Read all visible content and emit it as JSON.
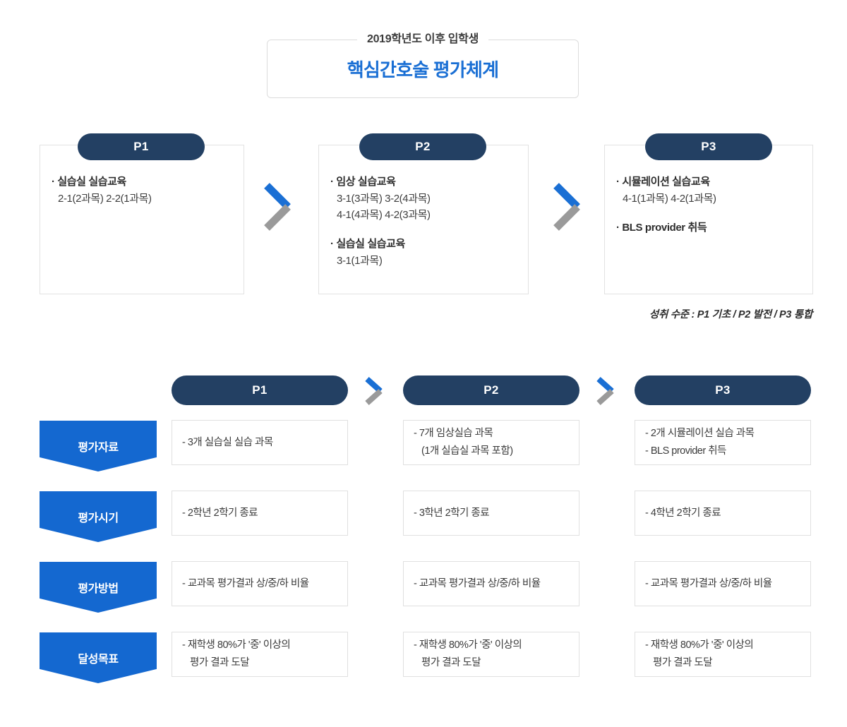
{
  "title": {
    "kicker": "2019학년도 이후 입학생",
    "main": "핵심간호술 평가체계"
  },
  "colors": {
    "navy": "#234063",
    "blue": "#1468d0",
    "title_blue": "#1a6fd4",
    "chevron_blue": "#1a6fd4",
    "chevron_gray": "#9a9a9a",
    "border": "#e0e0e0"
  },
  "phases": [
    {
      "label": "P1",
      "items": [
        {
          "head": "· 실습실 실습교육",
          "subs": [
            "2-1(2과목) 2-2(1과목)"
          ]
        }
      ]
    },
    {
      "label": "P2",
      "items": [
        {
          "head": "· 임상 실습교육",
          "subs": [
            "3-1(3과목) 3-2(4과목)",
            "4-1(4과목) 4-2(3과목)"
          ]
        },
        {
          "head": "· 실습실 실습교육",
          "subs": [
            "3-1(1과목)"
          ]
        }
      ]
    },
    {
      "label": "P3",
      "items": [
        {
          "head": "· 시뮬레이션 실습교육",
          "subs": [
            "4-1(1과목) 4-2(1과목)"
          ]
        },
        {
          "head": "· BLS provider 취득",
          "subs": []
        }
      ]
    }
  ],
  "level_note": "성취 수준 : P1 기초 / P2  발전 / P3 통합",
  "matrix": {
    "columns": [
      "P1",
      "P2",
      "P3"
    ],
    "rows": [
      {
        "label": "평가자료",
        "cells": [
          [
            "- 3개 실습실 실습 과목"
          ],
          [
            "- 7개 임상실습 과목",
            "(1개 실습실 과목 포함)"
          ],
          [
            "- 2개 시뮬레이션 실습 과목",
            "- BLS provider 취득"
          ]
        ]
      },
      {
        "label": "평가시기",
        "cells": [
          [
            "- 2학년 2학기 종료"
          ],
          [
            "- 3학년 2학기 종료"
          ],
          [
            "- 4학년 2학기 종료"
          ]
        ]
      },
      {
        "label": "평가방법",
        "cells": [
          [
            "- 교과목 평가결과 상/중/하 비율"
          ],
          [
            "- 교과목 평가결과 상/중/하 비율"
          ],
          [
            "- 교과목 평가결과 상/중/하 비율"
          ]
        ]
      },
      {
        "label": "달성목표",
        "cells": [
          [
            "- 재학생 80%가 '중' 이상의",
            "평가 결과 도달"
          ],
          [
            "- 재학생 80%가 '중' 이상의",
            "평가 결과 도달"
          ],
          [
            "- 재학생 80%가 '중' 이상의",
            "평가 결과 도달"
          ]
        ]
      }
    ]
  }
}
